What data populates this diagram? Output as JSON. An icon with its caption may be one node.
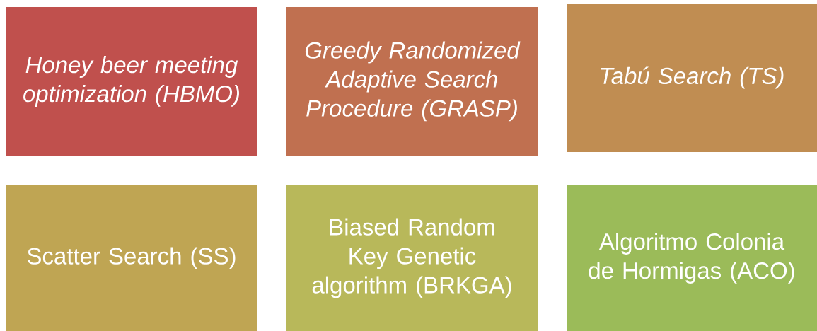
{
  "diagram": {
    "nodes": [
      {
        "text": [
          "Honey beer meeting optimization (HBMO)"
        ]
      },
      {
        "text": [
          "Greedy Randomized Adaptive Search Procedure (GRASP)"
        ]
      },
      {
        "text": [
          "Tabú Search (TS)"
        ]
      },
      {
        "text": [
          "Scatter Search (SS)"
        ]
      },
      {
        "text": [
          "Biased Random Key Genetic algorithm (BRKGA)"
        ]
      },
      {
        "text": [
          "Algoritmo Colonia de Hormigas (ACO)"
        ]
      }
    ]
  }
}
